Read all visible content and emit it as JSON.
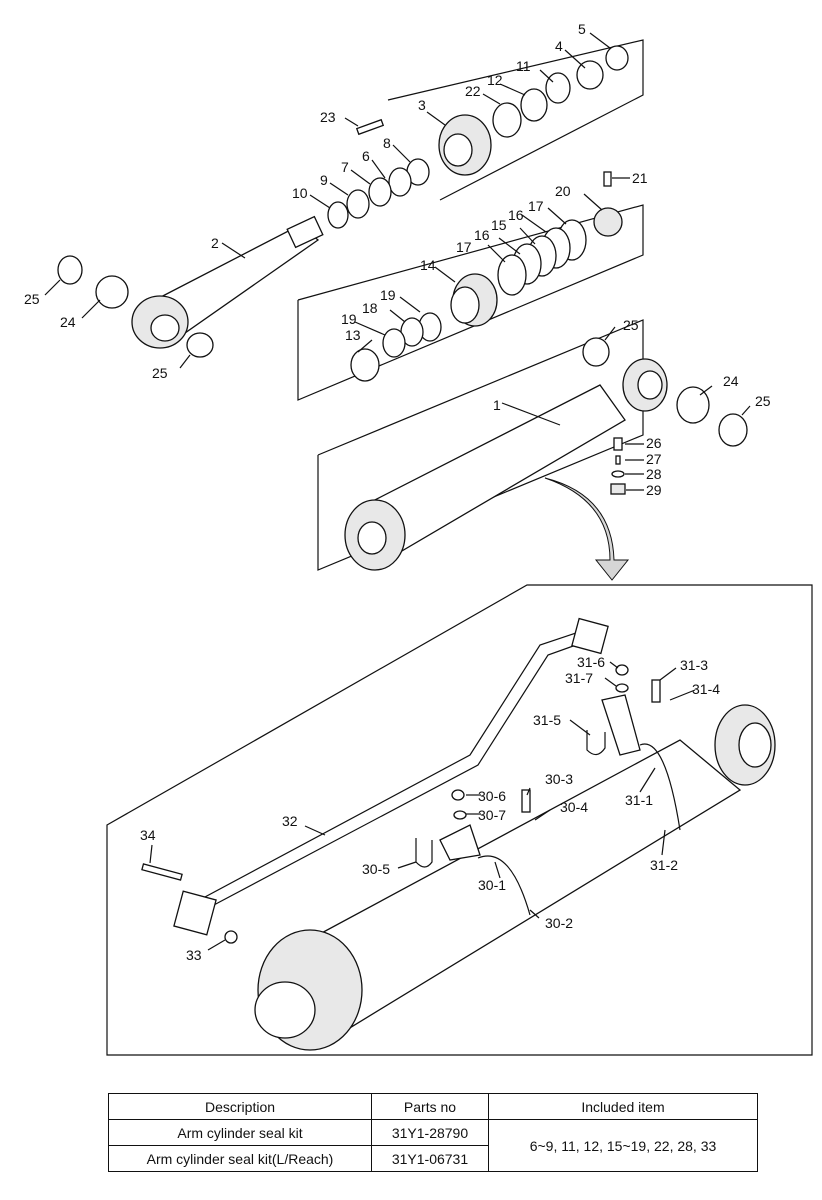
{
  "callouts": {
    "c1": "1",
    "c2": "2",
    "c3": "3",
    "c4": "4",
    "c5": "5",
    "c6": "6",
    "c7": "7",
    "c8": "8",
    "c9": "9",
    "c10": "10",
    "c11": "11",
    "c12": "12",
    "c13": "13",
    "c14": "14",
    "c15": "15",
    "c16a": "16",
    "c16b": "16",
    "c17a": "17",
    "c17b": "17",
    "c18": "18",
    "c19a": "19",
    "c19b": "19",
    "c20": "20",
    "c21": "21",
    "c22": "22",
    "c23": "23",
    "c24a": "24",
    "c24b": "24",
    "c25a": "25",
    "c25b": "25",
    "c25c": "25",
    "c25d": "25",
    "c26": "26",
    "c27": "27",
    "c28": "28",
    "c29": "29",
    "c30_1": "30-1",
    "c30_2": "30-2",
    "c30_3": "30-3",
    "c30_4": "30-4",
    "c30_5": "30-5",
    "c30_6": "30-6",
    "c30_7": "30-7",
    "c31_1": "31-1",
    "c31_2": "31-2",
    "c31_3": "31-3",
    "c31_4": "31-4",
    "c31_5": "31-5",
    "c31_6": "31-6",
    "c31_7": "31-7",
    "c32": "32",
    "c33": "33",
    "c34": "34"
  },
  "table": {
    "headers": [
      "Description",
      "Parts no",
      "Included item"
    ],
    "rows": [
      {
        "description": "Arm cylinder seal kit",
        "parts_no": "31Y1-28790"
      },
      {
        "description": "Arm cylinder seal kit(L/Reach)",
        "parts_no": "31Y1-06731"
      }
    ],
    "included_item": "6~9, 11, 12, 15~19, 22, 28, 33"
  }
}
